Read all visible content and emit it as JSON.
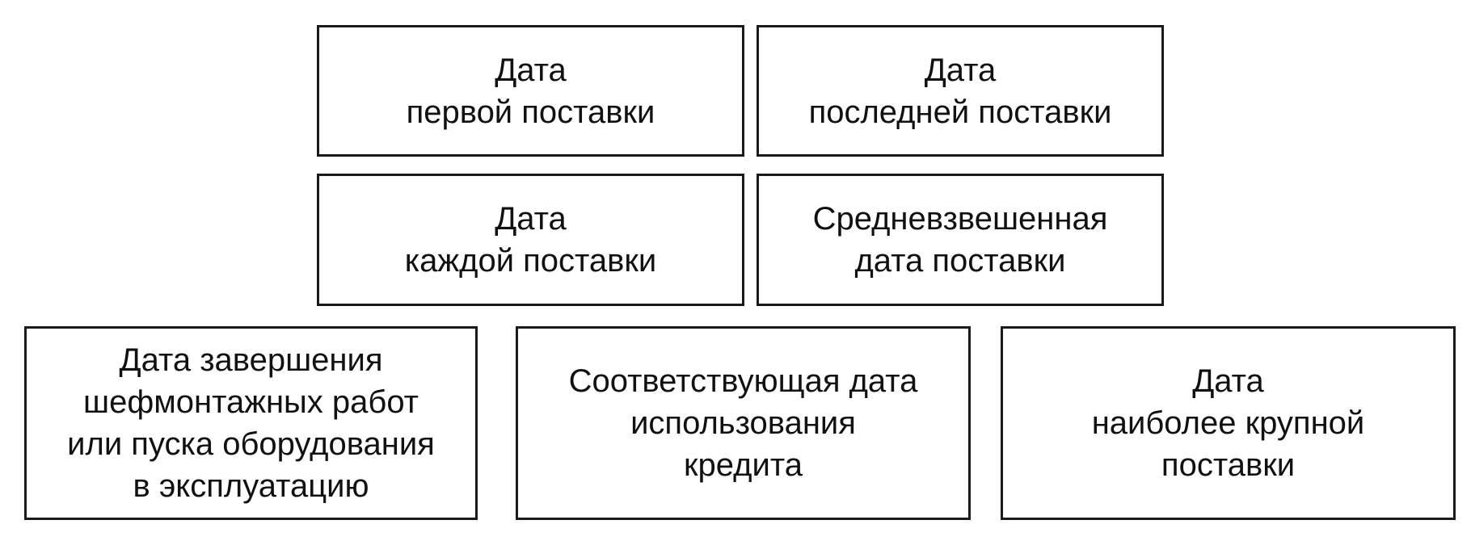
{
  "boxes": [
    {
      "lines": [
        "Дата",
        "первой поставки"
      ]
    },
    {
      "lines": [
        "Дата",
        "последней поставки"
      ]
    },
    {
      "lines": [
        "Дата",
        "каждой поставки"
      ]
    },
    {
      "lines": [
        "Средневзвешенная",
        "дата поставки"
      ]
    },
    {
      "lines": [
        "Дата завершения",
        "шефмонтажных работ",
        "или пуска оборудования",
        "в эксплуатацию"
      ]
    },
    {
      "lines": [
        "Соответствующая дата",
        "использования",
        "кредита"
      ]
    },
    {
      "lines": [
        "Дата",
        "наиболее крупной",
        "поставки"
      ]
    }
  ],
  "colors": {
    "border": "#1a1a1a",
    "text": "#111111",
    "background": "#ffffff"
  }
}
